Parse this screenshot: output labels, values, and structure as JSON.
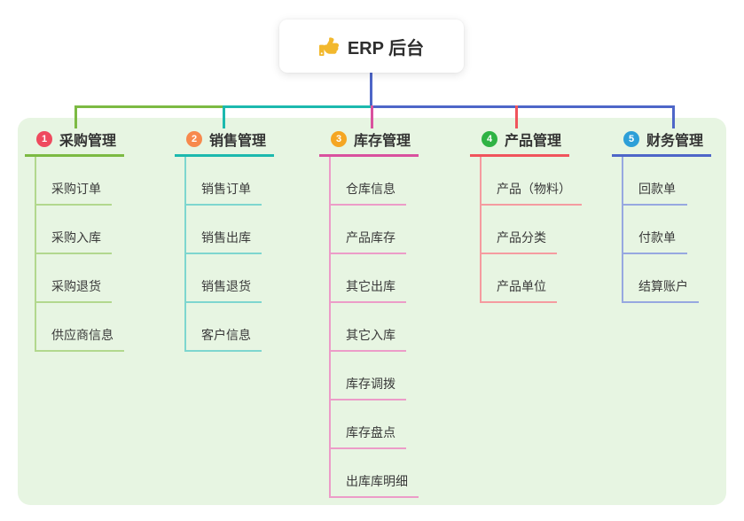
{
  "root": {
    "title": "ERP 后台",
    "icon": "thumbs-up",
    "icon_color": "#f2b82d"
  },
  "panel_color": "#e7f5e2",
  "connectors": {
    "stem": "#4e66c8",
    "bus": [
      "#7cba43",
      "#1cb9ae",
      "#4e66c8"
    ],
    "drops": [
      "#7cba43",
      "#1cb9ae",
      "#d9519e",
      "#f0545c",
      "#4e66c8"
    ]
  },
  "branches": [
    {
      "num": "1",
      "label": "采购管理",
      "badge_color": "#ef4a5e",
      "color": "#7cba43",
      "light": "#b2d88e",
      "children": [
        "采购订单",
        "采购入库",
        "采购退货",
        "供应商信息"
      ]
    },
    {
      "num": "2",
      "label": "销售管理",
      "badge_color": "#f7894d",
      "color": "#1cb9ae",
      "light": "#7ed6cf",
      "children": [
        "销售订单",
        "销售出库",
        "销售退货",
        "客户信息"
      ]
    },
    {
      "num": "3",
      "label": "库存管理",
      "badge_color": "#f5a623",
      "color": "#d9519e",
      "light": "#ec9cc8",
      "children": [
        "仓库信息",
        "产品库存",
        "其它出库",
        "其它入库",
        "库存调拨",
        "库存盘点",
        "出库库明细"
      ]
    },
    {
      "num": "4",
      "label": "产品管理",
      "badge_color": "#2fb344",
      "color": "#f0545c",
      "light": "#f59ba0",
      "children": [
        "产品（物料）",
        "产品分类",
        "产品单位"
      ]
    },
    {
      "num": "5",
      "label": "财务管理",
      "badge_color": "#2d9fd8",
      "color": "#4e66c8",
      "light": "#97a8e0",
      "children": [
        "回款单",
        "付款单",
        "结算账户"
      ]
    }
  ]
}
